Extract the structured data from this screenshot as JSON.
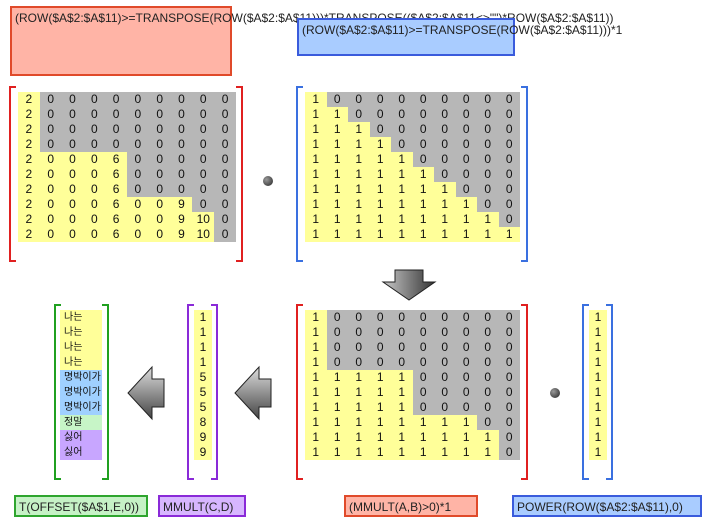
{
  "formulas": {
    "top_left": "(ROW($A$2:$A$11)>=TRANSPOSE(ROW($A$2:$A$11)))*TRANSPOSE(($A$2:$A$11<>\"\")*ROW($A$2:$A$11))",
    "top_right": "(ROW($A$2:$A$11)>=TRANSPOSE(ROW($A$2:$A$11)))*1",
    "bottom_green": "T(OFFSET($A$1,E,0))",
    "bottom_purple": "MMULT(C,D)",
    "bottom_red": "(MMULT(A,B)>0)*1",
    "bottom_blue": "POWER(ROW($A$2:$A$11),0)"
  },
  "matrix_A": [
    [
      "2",
      "0",
      "0",
      "0",
      "0",
      "0",
      "0",
      "0",
      "0",
      "0"
    ],
    [
      "2",
      "0",
      "0",
      "0",
      "0",
      "0",
      "0",
      "0",
      "0",
      "0"
    ],
    [
      "2",
      "0",
      "0",
      "0",
      "0",
      "0",
      "0",
      "0",
      "0",
      "0"
    ],
    [
      "2",
      "0",
      "0",
      "0",
      "0",
      "0",
      "0",
      "0",
      "0",
      "0"
    ],
    [
      "2",
      "0",
      "0",
      "0",
      "6",
      "0",
      "0",
      "0",
      "0",
      "0"
    ],
    [
      "2",
      "0",
      "0",
      "0",
      "6",
      "0",
      "0",
      "0",
      "0",
      "0"
    ],
    [
      "2",
      "0",
      "0",
      "0",
      "6",
      "0",
      "0",
      "0",
      "0",
      "0"
    ],
    [
      "2",
      "0",
      "0",
      "0",
      "6",
      "0",
      "0",
      "9",
      "0",
      "0"
    ],
    [
      "2",
      "0",
      "0",
      "0",
      "6",
      "0",
      "0",
      "9",
      "10",
      "0"
    ],
    [
      "2",
      "0",
      "0",
      "0",
      "6",
      "0",
      "0",
      "9",
      "10",
      "0"
    ]
  ],
  "matrix_A_colors": [
    "yggggggggg",
    "yggggggggg",
    "yggggggggg",
    "yggggggggg",
    "yyyyyggggg",
    "yyyyyggggg",
    "yyyyyggggg",
    "yyyyyyyygg",
    "yyyyyyyyyg",
    "yyyyyyyyyg"
  ],
  "matrix_B": [
    [
      "1",
      "0",
      "0",
      "0",
      "0",
      "0",
      "0",
      "0",
      "0",
      "0"
    ],
    [
      "1",
      "1",
      "0",
      "0",
      "0",
      "0",
      "0",
      "0",
      "0",
      "0"
    ],
    [
      "1",
      "1",
      "1",
      "0",
      "0",
      "0",
      "0",
      "0",
      "0",
      "0"
    ],
    [
      "1",
      "1",
      "1",
      "1",
      "0",
      "0",
      "0",
      "0",
      "0",
      "0"
    ],
    [
      "1",
      "1",
      "1",
      "1",
      "1",
      "0",
      "0",
      "0",
      "0",
      "0"
    ],
    [
      "1",
      "1",
      "1",
      "1",
      "1",
      "1",
      "0",
      "0",
      "0",
      "0"
    ],
    [
      "1",
      "1",
      "1",
      "1",
      "1",
      "1",
      "1",
      "0",
      "0",
      "0"
    ],
    [
      "1",
      "1",
      "1",
      "1",
      "1",
      "1",
      "1",
      "1",
      "0",
      "0"
    ],
    [
      "1",
      "1",
      "1",
      "1",
      "1",
      "1",
      "1",
      "1",
      "1",
      "0"
    ],
    [
      "1",
      "1",
      "1",
      "1",
      "1",
      "1",
      "1",
      "1",
      "1",
      "1"
    ]
  ],
  "matrix_C": [
    [
      "1",
      "0",
      "0",
      "0",
      "0",
      "0",
      "0",
      "0",
      "0",
      "0"
    ],
    [
      "1",
      "0",
      "0",
      "0",
      "0",
      "0",
      "0",
      "0",
      "0",
      "0"
    ],
    [
      "1",
      "0",
      "0",
      "0",
      "0",
      "0",
      "0",
      "0",
      "0",
      "0"
    ],
    [
      "1",
      "0",
      "0",
      "0",
      "0",
      "0",
      "0",
      "0",
      "0",
      "0"
    ],
    [
      "1",
      "1",
      "1",
      "1",
      "1",
      "0",
      "0",
      "0",
      "0",
      "0"
    ],
    [
      "1",
      "1",
      "1",
      "1",
      "1",
      "0",
      "0",
      "0",
      "0",
      "0"
    ],
    [
      "1",
      "1",
      "1",
      "1",
      "1",
      "0",
      "0",
      "0",
      "0",
      "0"
    ],
    [
      "1",
      "1",
      "1",
      "1",
      "1",
      "1",
      "1",
      "1",
      "0",
      "0"
    ],
    [
      "1",
      "1",
      "1",
      "1",
      "1",
      "1",
      "1",
      "1",
      "1",
      "0"
    ],
    [
      "1",
      "1",
      "1",
      "1",
      "1",
      "1",
      "1",
      "1",
      "1",
      "0"
    ]
  ],
  "matrix_C_colors": [
    "yggggggggg",
    "yggggggggg",
    "yggggggggg",
    "yggggggggg",
    "yyyyyggggg",
    "yyyyyggggg",
    "yyyyyggggg",
    "yyyyyyyygg",
    "yyyyyyyyyg",
    "yyyyyyyyyg"
  ],
  "vector_D": [
    "1",
    "1",
    "1",
    "1",
    "1",
    "1",
    "1",
    "1",
    "1",
    "1"
  ],
  "vector_E": [
    "1",
    "1",
    "1",
    "1",
    "5",
    "5",
    "5",
    "8",
    "9",
    "9"
  ],
  "names": [
    {
      "text": "나는",
      "color": "y"
    },
    {
      "text": "나는",
      "color": "y"
    },
    {
      "text": "나는",
      "color": "y"
    },
    {
      "text": "나는",
      "color": "y"
    },
    {
      "text": "명박이가",
      "color": "lb"
    },
    {
      "text": "명박이가",
      "color": "lb"
    },
    {
      "text": "명박이가",
      "color": "lb"
    },
    {
      "text": "정말",
      "color": "lg"
    },
    {
      "text": "싫어",
      "color": "lp"
    },
    {
      "text": "싫어",
      "color": "lp"
    }
  ],
  "colors": {
    "red": "#e02020",
    "blue": "#3a70e0",
    "green": "#20a020",
    "purple": "#8a2ad8",
    "yellow": "#ffff99",
    "gray": "#b7b7b7"
  }
}
